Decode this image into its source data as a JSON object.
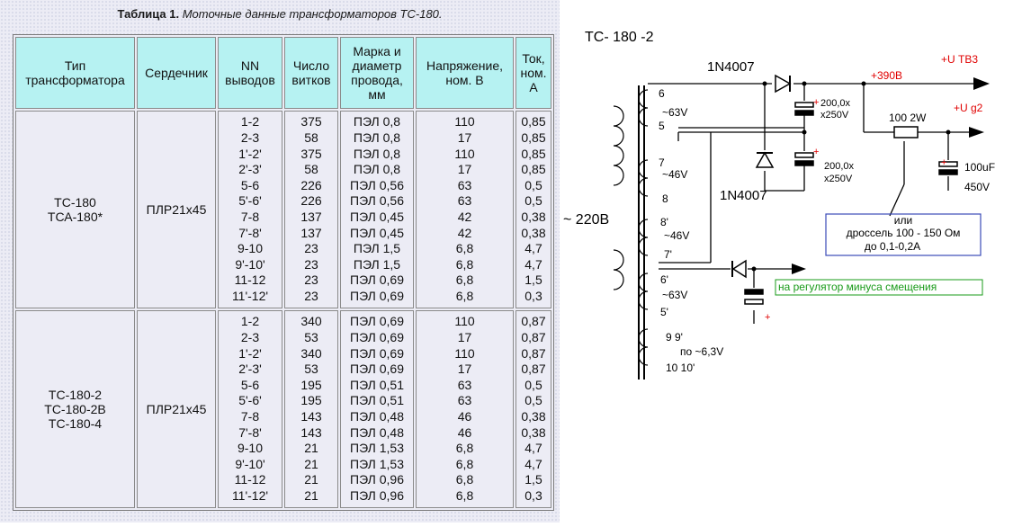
{
  "table": {
    "caption_bold": "Таблица 1.",
    "caption_italic": "Моточные данные трансформаторов ТС-180.",
    "headers": [
      [
        "Тип",
        "трансформатора"
      ],
      [
        "Сердечник"
      ],
      [
        "NN",
        "выводов"
      ],
      [
        "Число",
        "витков"
      ],
      [
        "Марка и",
        "диаметр",
        "провода,",
        "мм"
      ],
      [
        "Напряжение,",
        "ном. В"
      ],
      [
        "Ток,",
        "ном.",
        "А"
      ]
    ],
    "groups": [
      {
        "type_lines": [
          "ТС-180",
          "ТСА-180*"
        ],
        "core": "ПЛР21х45",
        "pins": [
          "1-2",
          "2-3",
          "1'-2'",
          "2'-3'",
          "5-6",
          "5'-6'",
          "7-8",
          "7'-8'",
          "9-10",
          "9'-10'",
          "11-12",
          "11'-12'"
        ],
        "turns": [
          "375",
          "58",
          "375",
          "58",
          "226",
          "226",
          "137",
          "137",
          "23",
          "23",
          "23",
          "23"
        ],
        "wire": [
          "ПЭЛ 0,8",
          "ПЭЛ 0,8",
          "ПЭЛ 0,8",
          "ПЭЛ 0,8",
          "ПЭЛ 0,56",
          "ПЭЛ 0,56",
          "ПЭЛ 0,45",
          "ПЭЛ 0,45",
          "ПЭЛ 1,5",
          "ПЭЛ 1,5",
          "ПЭЛ 0,69",
          "ПЭЛ 0,69"
        ],
        "voltage": [
          "110",
          "17",
          "110",
          "17",
          "63",
          "63",
          "42",
          "42",
          "6,8",
          "6,8",
          "6,8",
          "6,8"
        ],
        "current": [
          "0,85",
          "0,85",
          "0,85",
          "0,85",
          "0,5",
          "0,5",
          "0,38",
          "0,38",
          "4,7",
          "4,7",
          "1,5",
          "0,3"
        ]
      },
      {
        "type_lines": [
          "ТС-180-2",
          "ТС-180-2В",
          "ТС-180-4"
        ],
        "core": "ПЛР21х45",
        "pins": [
          "1-2",
          "2-3",
          "1'-2'",
          "2'-3'",
          "5-6",
          "5'-6'",
          "7-8",
          "7'-8'",
          "9-10",
          "9'-10'",
          "11-12",
          "11'-12'"
        ],
        "turns": [
          "340",
          "53",
          "340",
          "53",
          "195",
          "195",
          "143",
          "143",
          "21",
          "21",
          "21",
          "21"
        ],
        "wire": [
          "ПЭЛ 0,69",
          "ПЭЛ 0,69",
          "ПЭЛ 0,69",
          "ПЭЛ 0,69",
          "ПЭЛ 0,51",
          "ПЭЛ 0,51",
          "ПЭЛ 0,48",
          "ПЭЛ 0,48",
          "ПЭЛ 1,53",
          "ПЭЛ 1,53",
          "ПЭЛ 0,96",
          "ПЭЛ 0,96"
        ],
        "voltage": [
          "110",
          "17",
          "110",
          "17",
          "63",
          "63",
          "46",
          "46",
          "6,8",
          "6,8",
          "6,8",
          "6,8"
        ],
        "current": [
          "0,87",
          "0,87",
          "0,87",
          "0,87",
          "0,5",
          "0,5",
          "0,38",
          "0,38",
          "4,7",
          "4,7",
          "1,5",
          "0,3"
        ]
      }
    ]
  },
  "schematic": {
    "title": "ТС- 180 -2",
    "mains": "~ 220В",
    "taps": [
      "6",
      "~63V",
      "5",
      "7",
      "~46V",
      "8",
      "8'",
      "~46V",
      "7'",
      "6'",
      "~63V",
      "5'",
      "9 9'",
      "по  ~6,3V",
      "10 10'"
    ],
    "diode_top": "1N4007",
    "diode_bottom": "1N4007",
    "cap_top_value": "200,0х",
    "cap_top_voltage": "x250V",
    "cap_bottom_value": "200,0х",
    "cap_bottom_voltage": "x250V",
    "plus": "+",
    "output_voltage": "+390В",
    "out_tv3": "+U ТВ3",
    "out_g2": "+U g2",
    "resistor": "100 2W",
    "cap_right_value": "100uF",
    "cap_right_voltage": "450V",
    "note_lines": [
      "или",
      "дроссель 100 - 150 Ом",
      "до 0,1-0,2А"
    ],
    "bias_label": "на регулятор минуса смещения",
    "colors": {
      "wire": "#000000",
      "plus": "#e00000",
      "rail_labels": "#e00000",
      "note_border": "#3b4bb8",
      "bias_text": "#1a9b1a",
      "header_bg": "#b6f2f2"
    }
  }
}
